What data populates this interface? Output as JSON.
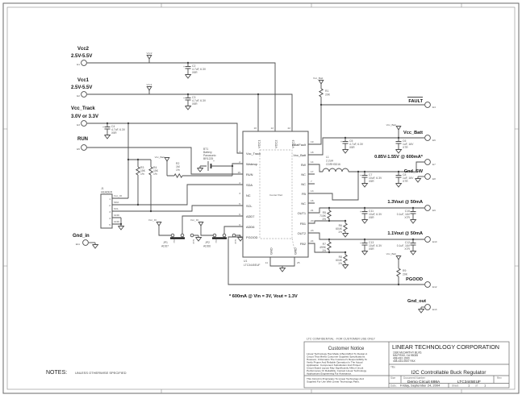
{
  "sheet": {
    "notes_label": "NOTES:",
    "notes_text": "UNLESS OTHERWISE SPECIFIED",
    "confidential": "LTC CONFIDENTIAL - FOR CUSTOMER USE ONLY",
    "note": "* 600mA @ Vin = 3V, Vout = 1.3V"
  },
  "title_block": {
    "customer_notice": {
      "heading": "Customer Notice",
      "body_lines": [
        "Linear Technology Has Made A Best Effort To Design A",
        "Circuit That Meets Customer Supplied Specifications.",
        "However, It Remains The Customer's Responsibility To",
        "Verify Proper And Reliable Operation In The Actual",
        "Application. Component Substitution And Printed",
        "Circuit Board Layout May Significantly Affect Circuit",
        "Performance Or Reliability. Contact Linear Technology",
        "Applications Engineering For Assistance."
      ],
      "footer_lines": [
        "This Circuit Is Proprietary To Linear Technology And",
        "Supplied For Use With Linear Technology Parts."
      ]
    },
    "company": {
      "name": "LINEAR TECHNOLOGY CORPORATION",
      "address_lines": [
        "1630 McCARTHY BLVD.",
        "MILPITAS, CA  95035",
        "408-432-1900",
        "408-434-0507 FAX"
      ]
    },
    "title_label": "Title",
    "title": "I2C Controllable Buck Regulator",
    "size_label": "Size",
    "doc_label": "Document Number",
    "rev_label": "Rev",
    "doc_number": "Demo Circuit 698A",
    "part": "LTC3445EUF",
    "date_label": "Date:",
    "date": "Friday, September 24, 2004",
    "sheet_label": "Sheet",
    "sheet_num": "1",
    "of_label": "of",
    "sheet_total": "1"
  },
  "ic": {
    "ref": "U1",
    "part": "LTC3445EUF",
    "pad": "Center Pad",
    "left_pins": [
      {
        "n": "1",
        "label": "Vcc_Track"
      },
      {
        "n": "2",
        "label": "Wakeup"
      },
      {
        "n": "15",
        "label": "RUN"
      },
      {
        "n": "4",
        "label": "SDA"
      },
      {
        "n": "3",
        "label": "NC"
      },
      {
        "n": "5",
        "label": "SCL"
      },
      {
        "n": "6",
        "label": "ADD7"
      },
      {
        "n": "9",
        "label": "ADD6"
      },
      {
        "n": "8",
        "label": "PGOOD"
      }
    ],
    "right_pins": [
      {
        "n": "19",
        "label": "nBatFault"
      },
      {
        "n": "18",
        "label": "Vcc_Batt"
      },
      {
        "n": "14",
        "label": "SW"
      },
      {
        "n": "17",
        "label": "NC"
      },
      {
        "n": "7",
        "label": "NC"
      },
      {
        "n": "13",
        "label": "FB"
      },
      {
        "n": "16",
        "label": "NC"
      },
      {
        "n": "21",
        "label": "OUT1"
      },
      {
        "n": "20",
        "label": "FB1"
      },
      {
        "n": "23",
        "label": "OUT2"
      },
      {
        "n": "24",
        "label": "FB2"
      }
    ],
    "top_pins": [
      {
        "n": "10",
        "label": "VCC1"
      },
      {
        "n": "12",
        "label": "VCC2"
      },
      {
        "n": "22",
        "label": "VCC3"
      }
    ],
    "bottom_pins": [
      {
        "n": "11",
        "label": "GND"
      },
      {
        "n": "25",
        "label": "GND"
      }
    ]
  },
  "terminals": {
    "vcc2": {
      "name": "Vcc2",
      "range": "2.5V-5.5V",
      "ref": "E1"
    },
    "vcc1": {
      "name": "Vcc1",
      "range": "2.5V-5.5V",
      "ref": "E2"
    },
    "vcc_track": {
      "name": "Vcc_Track",
      "range": "3.0V or 3.3V",
      "ref": "E3"
    },
    "run": {
      "name": "RUN",
      "ref": "E5"
    },
    "gnd_in": {
      "name": "Gnd_in",
      "ref": "E11"
    },
    "fault": {
      "name": "FAULT",
      "ref": "E4"
    },
    "vcc_batt": {
      "name": "Vcc_Batt",
      "ref": "E6"
    },
    "buck_out": {
      "name": "0.85V-1.55V @ 600mA*",
      "ref": "E7"
    },
    "gnd_sw": {
      "name": "Gnd_SW",
      "ref": "E8"
    },
    "out1": {
      "name": "1.3Vout @ 50mA",
      "ref": "E9"
    },
    "out2": {
      "name": "1.1Vout @ 50mA",
      "ref": "E10"
    },
    "pgood": {
      "name": "PGOOD",
      "ref": "E12"
    },
    "gnd_out": {
      "name": "Gnd_out",
      "ref": "E13"
    }
  },
  "flags": {
    "vcc2": "Vcc2",
    "vcc1": "Vcc1",
    "vcc_batt": "Vcc_Batt",
    "vcc_io": "Vcc_IO"
  },
  "components": {
    "c2": {
      "ref": "C2",
      "value": "4.7uF, 6.3V",
      "note": "X5R"
    },
    "c3": {
      "ref": "C3",
      "value": "4.7uF, 6.3V",
      "note": "X5R"
    },
    "c4": {
      "ref": "C4",
      "value": "4.7uF, 6.3V",
      "note": "X5R"
    },
    "c5": {
      "ref": "C5",
      "value": "4.7uF, 6.3V",
      "note": "X5R"
    },
    "c6": {
      "ref": "C6",
      "value": "1uF, 16V",
      "note": "X7R"
    },
    "c7": {
      "ref": "C7",
      "value": "10uF, 6.3V",
      "note": "X5R"
    },
    "c8": {
      "ref": "C8",
      "value": "1uF, 16V",
      "note": "X7R"
    },
    "c10": {
      "ref": "C10",
      "value": "0.1uF, 16V",
      "note": "X7R"
    },
    "c11": {
      "ref": "C11",
      "value": "10uF, 6.3V",
      "note": "X5R"
    },
    "c12": {
      "ref": "C12",
      "value": "0.1uF, 16V",
      "note": "X7R"
    },
    "c13": {
      "ref": "C13",
      "value": "10uF, 6.3V",
      "note": "X5R"
    },
    "r1": {
      "ref": "R1",
      "value": "20K"
    },
    "r2": {
      "ref": "R2",
      "value": "1M",
      "tol": "1%"
    },
    "r3": {
      "ref": "R3",
      "value": "15K",
      "tol": "1%"
    },
    "r4": {
      "ref": "R4",
      "value": "15K",
      "tol": "1%"
    },
    "r5": {
      "ref": "R5",
      "value": "715K",
      "tol": "1%"
    },
    "r6": {
      "ref": "R6",
      "value": "604K",
      "tol": "1%"
    },
    "r7": {
      "ref": "R7",
      "value": "499K",
      "tol": "1%"
    },
    "r8": {
      "ref": "R8",
      "value": "604K",
      "tol": "1%"
    },
    "r9": {
      "ref": "R9",
      "value": "20K"
    },
    "l1": {
      "ref": "L1",
      "value": "2.2uH",
      "part": "CDRH3D16"
    },
    "bt1": {
      "ref": "BT1",
      "line1": "Battery",
      "line2": "Panasonic",
      "line3": "BR1225"
    },
    "j1": {
      "ref": "J1",
      "type": "HEADER",
      "p1": "Vcc_IO",
      "p2": "SDA",
      "p3": "SCL",
      "p4": "GND",
      "p5": "GND",
      "n1": "1",
      "n2": "2",
      "n3": "3",
      "n4": "4",
      "n5": "5"
    },
    "jp1": {
      "ref": "JP1",
      "label": "ADD7",
      "pos1": "Vcc",
      "pos3": "Gnd"
    },
    "jp2": {
      "ref": "JP2",
      "label": "ADD6",
      "pos1": "Vcc",
      "pos3": "Gnd"
    }
  }
}
